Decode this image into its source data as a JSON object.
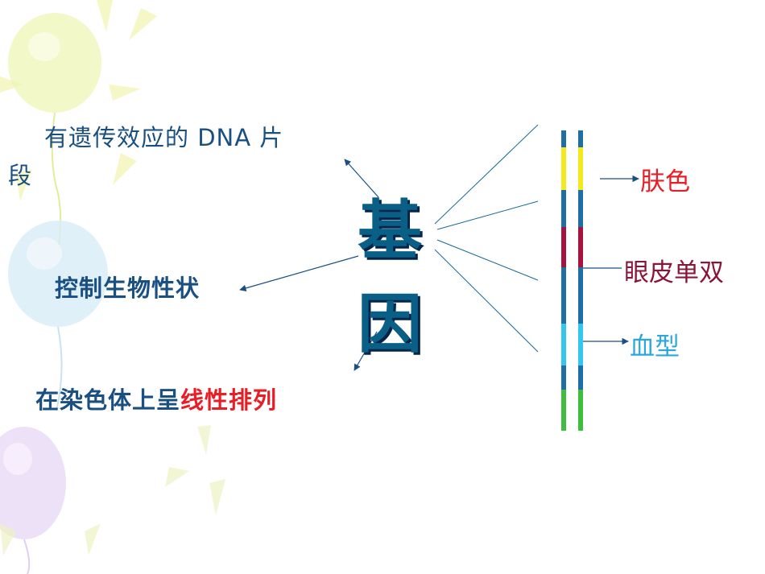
{
  "definition": {
    "line1": "有遗传效应的 DNA 片",
    "line2": "段"
  },
  "function_text": "控制生物性状",
  "location_text": {
    "plain": "在染色体上呈",
    "highlight": "线性排列"
  },
  "center_title": {
    "char1": "基",
    "char2": "因"
  },
  "chromosome_labels": {
    "skin": "肤色",
    "eyelid": "眼皮单双",
    "blood": "血型"
  },
  "colors": {
    "text_blue": "#1a4f82",
    "highlight_red": "#e81d25",
    "strand_blue": "#1e6fa6",
    "band_yellow": "#f2ea1c",
    "band_crimson": "#a6133f",
    "band_cyan": "#33c6ef",
    "band_green": "#3dbe3c"
  }
}
